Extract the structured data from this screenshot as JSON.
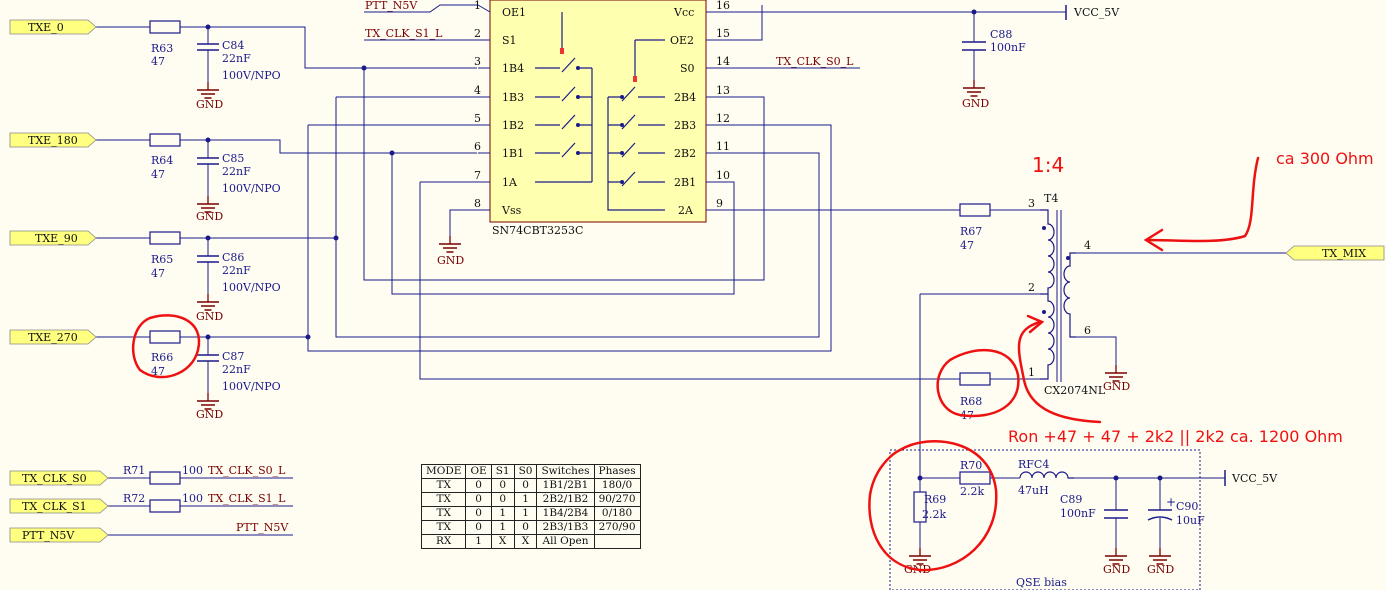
{
  "colors": {
    "background": "#fffdf2",
    "wire": "#1a1a8a",
    "component": "#1a1a8a",
    "port_fill": "#ffff80",
    "annotation": "#ee1111",
    "ground": "#7a0000"
  },
  "ports": {
    "txe_0": "TXE_0",
    "txe_180": "TXE_180",
    "txe_90": "TXE_90",
    "txe_270": "TXE_270",
    "tx_clk_s0": "TX_CLK_S0",
    "tx_clk_s1": "TX_CLK_S1",
    "ptt_n5v": "PTT_N5V",
    "vcc_5v_top": "VCC_5V",
    "tx_mix": "TX_MIX",
    "vcc_5v_bias": "VCC_5V"
  },
  "resistors": {
    "r63": {
      "ref": "R63",
      "value": "47"
    },
    "r64": {
      "ref": "R64",
      "value": "47"
    },
    "r65": {
      "ref": "R65",
      "value": "47"
    },
    "r66": {
      "ref": "R66",
      "value": "47"
    },
    "r67": {
      "ref": "R67",
      "value": "47"
    },
    "r68": {
      "ref": "R68",
      "value": "47"
    },
    "r69": {
      "ref": "R69",
      "value": "2.2k"
    },
    "r70": {
      "ref": "R70",
      "value": "2.2k"
    },
    "r71": {
      "ref": "R71",
      "value": "100"
    },
    "r72": {
      "ref": "R72",
      "value": "100"
    }
  },
  "capacitors": {
    "c84": {
      "ref": "C84",
      "value": "22nF",
      "rating": "100V/NPO"
    },
    "c85": {
      "ref": "C85",
      "value": "22nF",
      "rating": "100V/NPO"
    },
    "c86": {
      "ref": "C86",
      "value": "22nF",
      "rating": "100V/NPO"
    },
    "c87": {
      "ref": "C87",
      "value": "22nF",
      "rating": "100V/NPO"
    },
    "c88": {
      "ref": "C88",
      "value": "100nF"
    },
    "c89": {
      "ref": "C89",
      "value": "100nF"
    },
    "c90": {
      "ref": "C90",
      "value": "10uF"
    }
  },
  "inductor": {
    "ref": "RFC4",
    "value": "47uH"
  },
  "transformer": {
    "ref": "T4",
    "part": "CX2074NL",
    "pins": [
      "3",
      "4",
      "2",
      "6",
      "1"
    ]
  },
  "ic": {
    "part": "SN74CBT3253C",
    "left_pins": [
      {
        "num": "1",
        "name": "OE1",
        "net": "PTT_N5V"
      },
      {
        "num": "2",
        "name": "S1",
        "net": "TX_CLK_S1_L"
      },
      {
        "num": "3",
        "name": "1B4",
        "net": ""
      },
      {
        "num": "4",
        "name": "1B3",
        "net": ""
      },
      {
        "num": "5",
        "name": "1B2",
        "net": ""
      },
      {
        "num": "6",
        "name": "1B1",
        "net": ""
      },
      {
        "num": "7",
        "name": "1A",
        "net": ""
      },
      {
        "num": "8",
        "name": "Vss",
        "net": ""
      }
    ],
    "right_pins": [
      {
        "num": "16",
        "name": "Vcc",
        "net": ""
      },
      {
        "num": "15",
        "name": "OE2",
        "net": ""
      },
      {
        "num": "14",
        "name": "S0",
        "net": "TX_CLK_S0_L"
      },
      {
        "num": "13",
        "name": "2B4",
        "net": ""
      },
      {
        "num": "12",
        "name": "2B3",
        "net": ""
      },
      {
        "num": "11",
        "name": "2B2",
        "net": ""
      },
      {
        "num": "10",
        "name": "2B1",
        "net": ""
      },
      {
        "num": "9",
        "name": "2A",
        "net": ""
      }
    ]
  },
  "nets": {
    "tx_clk_s0_l": "TX_CLK_S0_L",
    "tx_clk_s1_l": "TX_CLK_S1_L",
    "ptt_n5v": "PTT_N5V"
  },
  "gnd_label": "GND",
  "bias_box_label": "QSE bias",
  "annotations": {
    "ratio": "1:4",
    "impedance_300": "ca 300 Ohm",
    "impedance_1200": "Ron +47 + 47 + 2k2 || 2k2 ca. 1200 Ohm"
  },
  "mode_table": {
    "headers": [
      "MODE",
      "OE",
      "S1",
      "S0",
      "Switches",
      "Phases"
    ],
    "rows": [
      [
        "TX",
        "0",
        "0",
        "0",
        "1B1/2B1",
        "180/0"
      ],
      [
        "TX",
        "0",
        "0",
        "1",
        "2B2/1B2",
        "90/270"
      ],
      [
        "TX",
        "0",
        "1",
        "1",
        "1B4/2B4",
        "0/180"
      ],
      [
        "TX",
        "0",
        "1",
        "0",
        "2B3/1B3",
        "270/90"
      ],
      [
        "RX",
        "1",
        "X",
        "X",
        "All Open",
        ""
      ]
    ]
  }
}
